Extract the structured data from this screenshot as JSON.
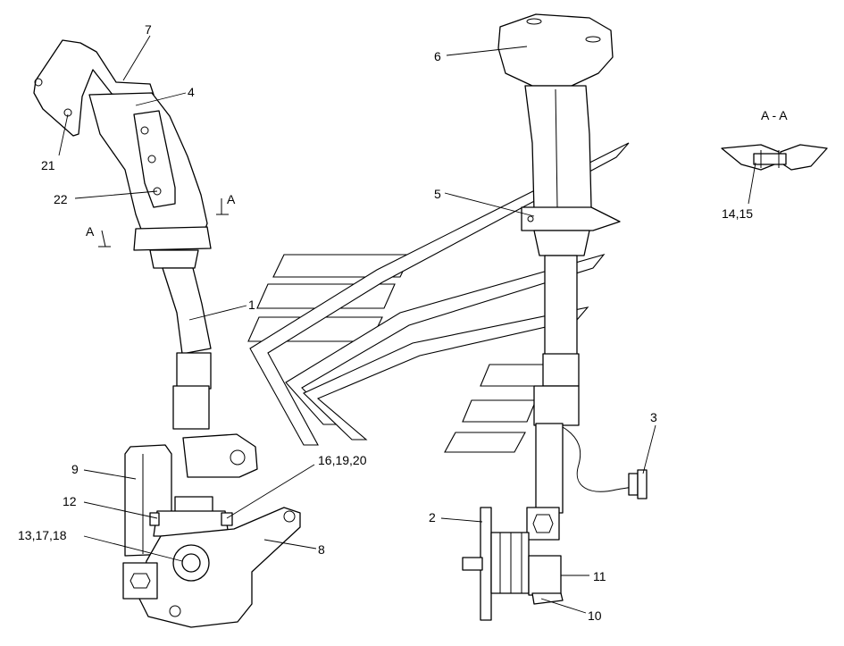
{
  "colors": {
    "line": "#000000",
    "background": "#ffffff"
  },
  "section": {
    "title": "A - A",
    "marker": "A"
  },
  "callouts": {
    "c1": "1",
    "c2": "2",
    "c3": "3",
    "c4": "4",
    "c5": "5",
    "c6": "6",
    "c7": "7",
    "c8": "8",
    "c9": "9",
    "c10": "10",
    "c11": "11",
    "c12": "12",
    "c13_17_18": "13,17,18",
    "c14_15": "14,15",
    "c16_19_20": "16,19,20",
    "c21": "21",
    "c22": "22"
  }
}
